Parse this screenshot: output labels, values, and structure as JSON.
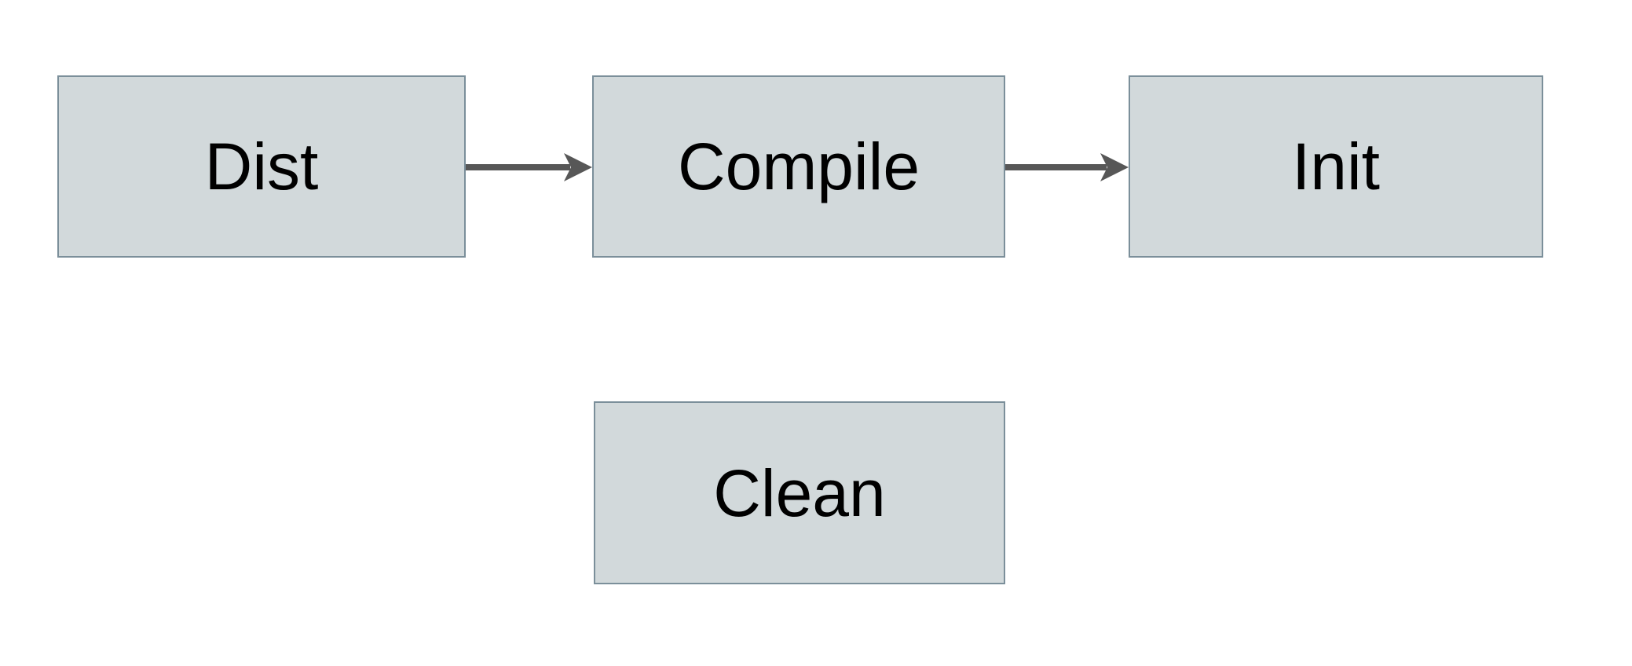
{
  "diagram": {
    "type": "flowchart",
    "nodes": [
      {
        "id": "dist",
        "label": "Dist"
      },
      {
        "id": "compile",
        "label": "Compile"
      },
      {
        "id": "init",
        "label": "Init"
      },
      {
        "id": "clean",
        "label": "Clean"
      }
    ],
    "edges": [
      {
        "from": "Dist",
        "to": "Compile",
        "style": "solid-arrow",
        "direction": "right"
      },
      {
        "from": "Compile",
        "to": "Init",
        "style": "solid-arrow",
        "direction": "right"
      }
    ],
    "colors": {
      "background": "#ffffff",
      "node_fill": "#d2d9db",
      "node_border": "#7b8f9a",
      "arrow": "#575757",
      "label_text": "#000000"
    }
  }
}
